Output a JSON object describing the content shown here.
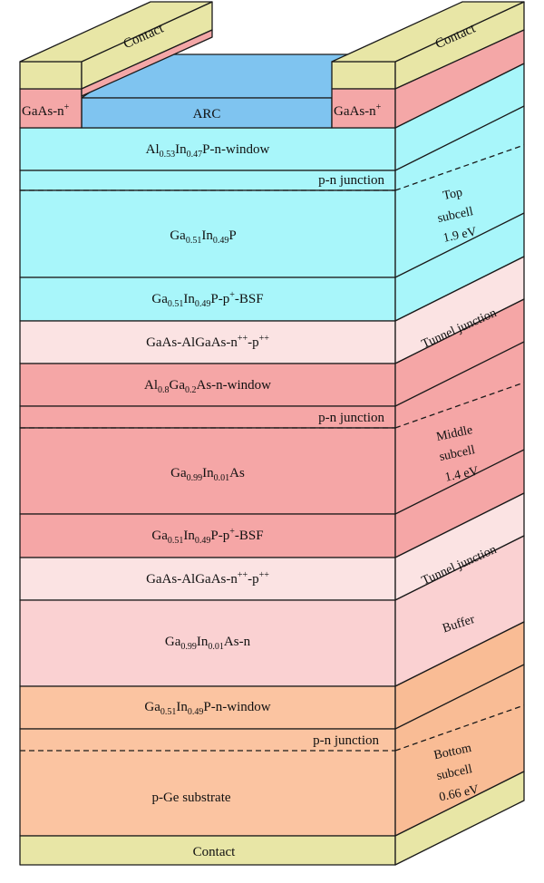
{
  "colors": {
    "contact": "#e8e6a6",
    "arc": "#7fc4f0",
    "gaas_cap": "#f4a7a7",
    "top_cell": "#a8f6fa",
    "tunnel": "#fbe3e3",
    "middle_cell": "#f5a6a6",
    "buffer": "#fad1d2",
    "bottom_cell": "#fbc4a1",
    "bottom_cell_side": "#f9bc95",
    "stroke": "#1a1a1a"
  },
  "top": {
    "left_contact": "Contact",
    "right_contact": "Contact",
    "left_cap": "GaAs-n",
    "right_cap": "GaAs-n",
    "cap_sup": "+",
    "arc": "ARC"
  },
  "layers": {
    "window_top": {
      "a": "Al",
      "a_sub": "0.53",
      "b": "In",
      "b_sub": "0.47",
      "rest": "P-n-window"
    },
    "junction_1": "p-n junction",
    "gainp": {
      "a": "Ga",
      "a_sub": "0.51",
      "b": "In",
      "b_sub": "0.49",
      "rest": "P"
    },
    "bsf_1": {
      "a": "Ga",
      "a_sub": "0.51",
      "b": "In",
      "b_sub": "0.49",
      "rest1": "P-p",
      "sup": "+",
      "rest2": "-BSF"
    },
    "tunnel_1": {
      "t1": "GaAs-AlGaAs-n",
      "sup1": "++",
      "t2": "-p",
      "sup2": "++"
    },
    "window_mid": {
      "a": "Al",
      "a_sub": "0.8",
      "b": "Ga",
      "b_sub": "0.2",
      "rest": "As-n-window"
    },
    "junction_2": "p-n junction",
    "gainas": {
      "a": "Ga",
      "a_sub": "0.99",
      "b": "In",
      "b_sub": "0.01",
      "rest": "As"
    },
    "bsf_2": {
      "a": "Ga",
      "a_sub": "0.51",
      "b": "In",
      "b_sub": "0.49",
      "rest1": "P-p",
      "sup": "+",
      "rest2": "-BSF"
    },
    "tunnel_2": {
      "t1": "GaAs-AlGaAs-n",
      "sup1": "++",
      "t2": "-p",
      "sup2": "++"
    },
    "buffer": {
      "a": "Ga",
      "a_sub": "0.99",
      "b": "In",
      "b_sub": "0.01",
      "rest": "As-n"
    },
    "window_bottom": {
      "a": "Ga",
      "a_sub": "0.51",
      "b": "In",
      "b_sub": "0.49",
      "rest": "P-n-window"
    },
    "junction_3": "p-n junction",
    "substrate": "p-Ge substrate",
    "bottom_contact": "Contact"
  },
  "side_labels": {
    "top_cell": [
      "Top",
      "subcell",
      "1.9 eV"
    ],
    "tunnel_1": "Tunnel junction",
    "middle_cell": [
      "Middle",
      "subcell",
      "1.4 eV"
    ],
    "tunnel_2": "Tunnel junction",
    "buffer": "Buffer",
    "bottom_cell": [
      "Bottom",
      "subcell",
      "0.66 eV"
    ]
  }
}
